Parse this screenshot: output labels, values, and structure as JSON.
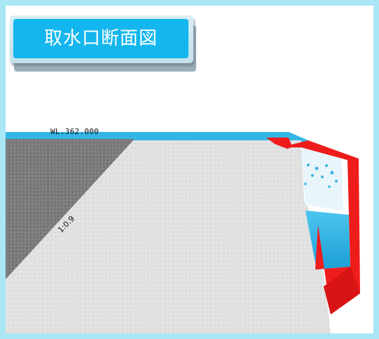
{
  "title": "取水口断面図",
  "water_level_label": "WL.362.000",
  "slope_label": "1:0.9",
  "colors": {
    "frame": "#a9e7f5",
    "badge": "#13b6ee",
    "water": "#34b6e4",
    "rock": "#7c7c7c",
    "concrete": "#e2e2e2",
    "intake_structure": "#ef1c1c"
  }
}
